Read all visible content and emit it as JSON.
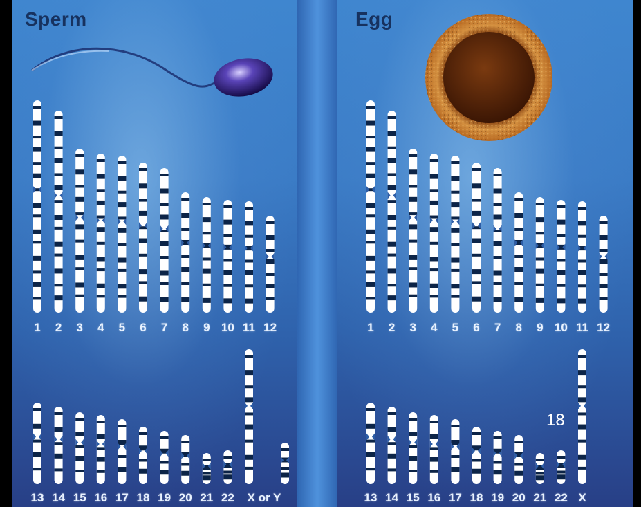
{
  "panels": {
    "left": {
      "title": "Sperm",
      "row1_labels": [
        "1",
        "2",
        "3",
        "4",
        "5",
        "6",
        "7",
        "8",
        "9",
        "10",
        "11",
        "12"
      ],
      "row2_labels": [
        "13",
        "14",
        "15",
        "16",
        "17",
        "18",
        "19",
        "20",
        "21",
        "22",
        "X or Y"
      ]
    },
    "right": {
      "title": "Egg",
      "row1_labels": [
        "1",
        "2",
        "3",
        "4",
        "5",
        "6",
        "7",
        "8",
        "9",
        "10",
        "11",
        "12"
      ],
      "row2_labels": [
        "13",
        "14",
        "15",
        "16",
        "17",
        "18",
        "19",
        "20",
        "21",
        "22",
        "X"
      ]
    }
  },
  "slide_number": "18",
  "colors": {
    "chromosome_dark": "#0c2447",
    "chromosome_light": "#ffffff",
    "egg_shell": "#c8782a",
    "egg_core": "#6a2e08",
    "sperm_head": "#2a1a6e"
  }
}
